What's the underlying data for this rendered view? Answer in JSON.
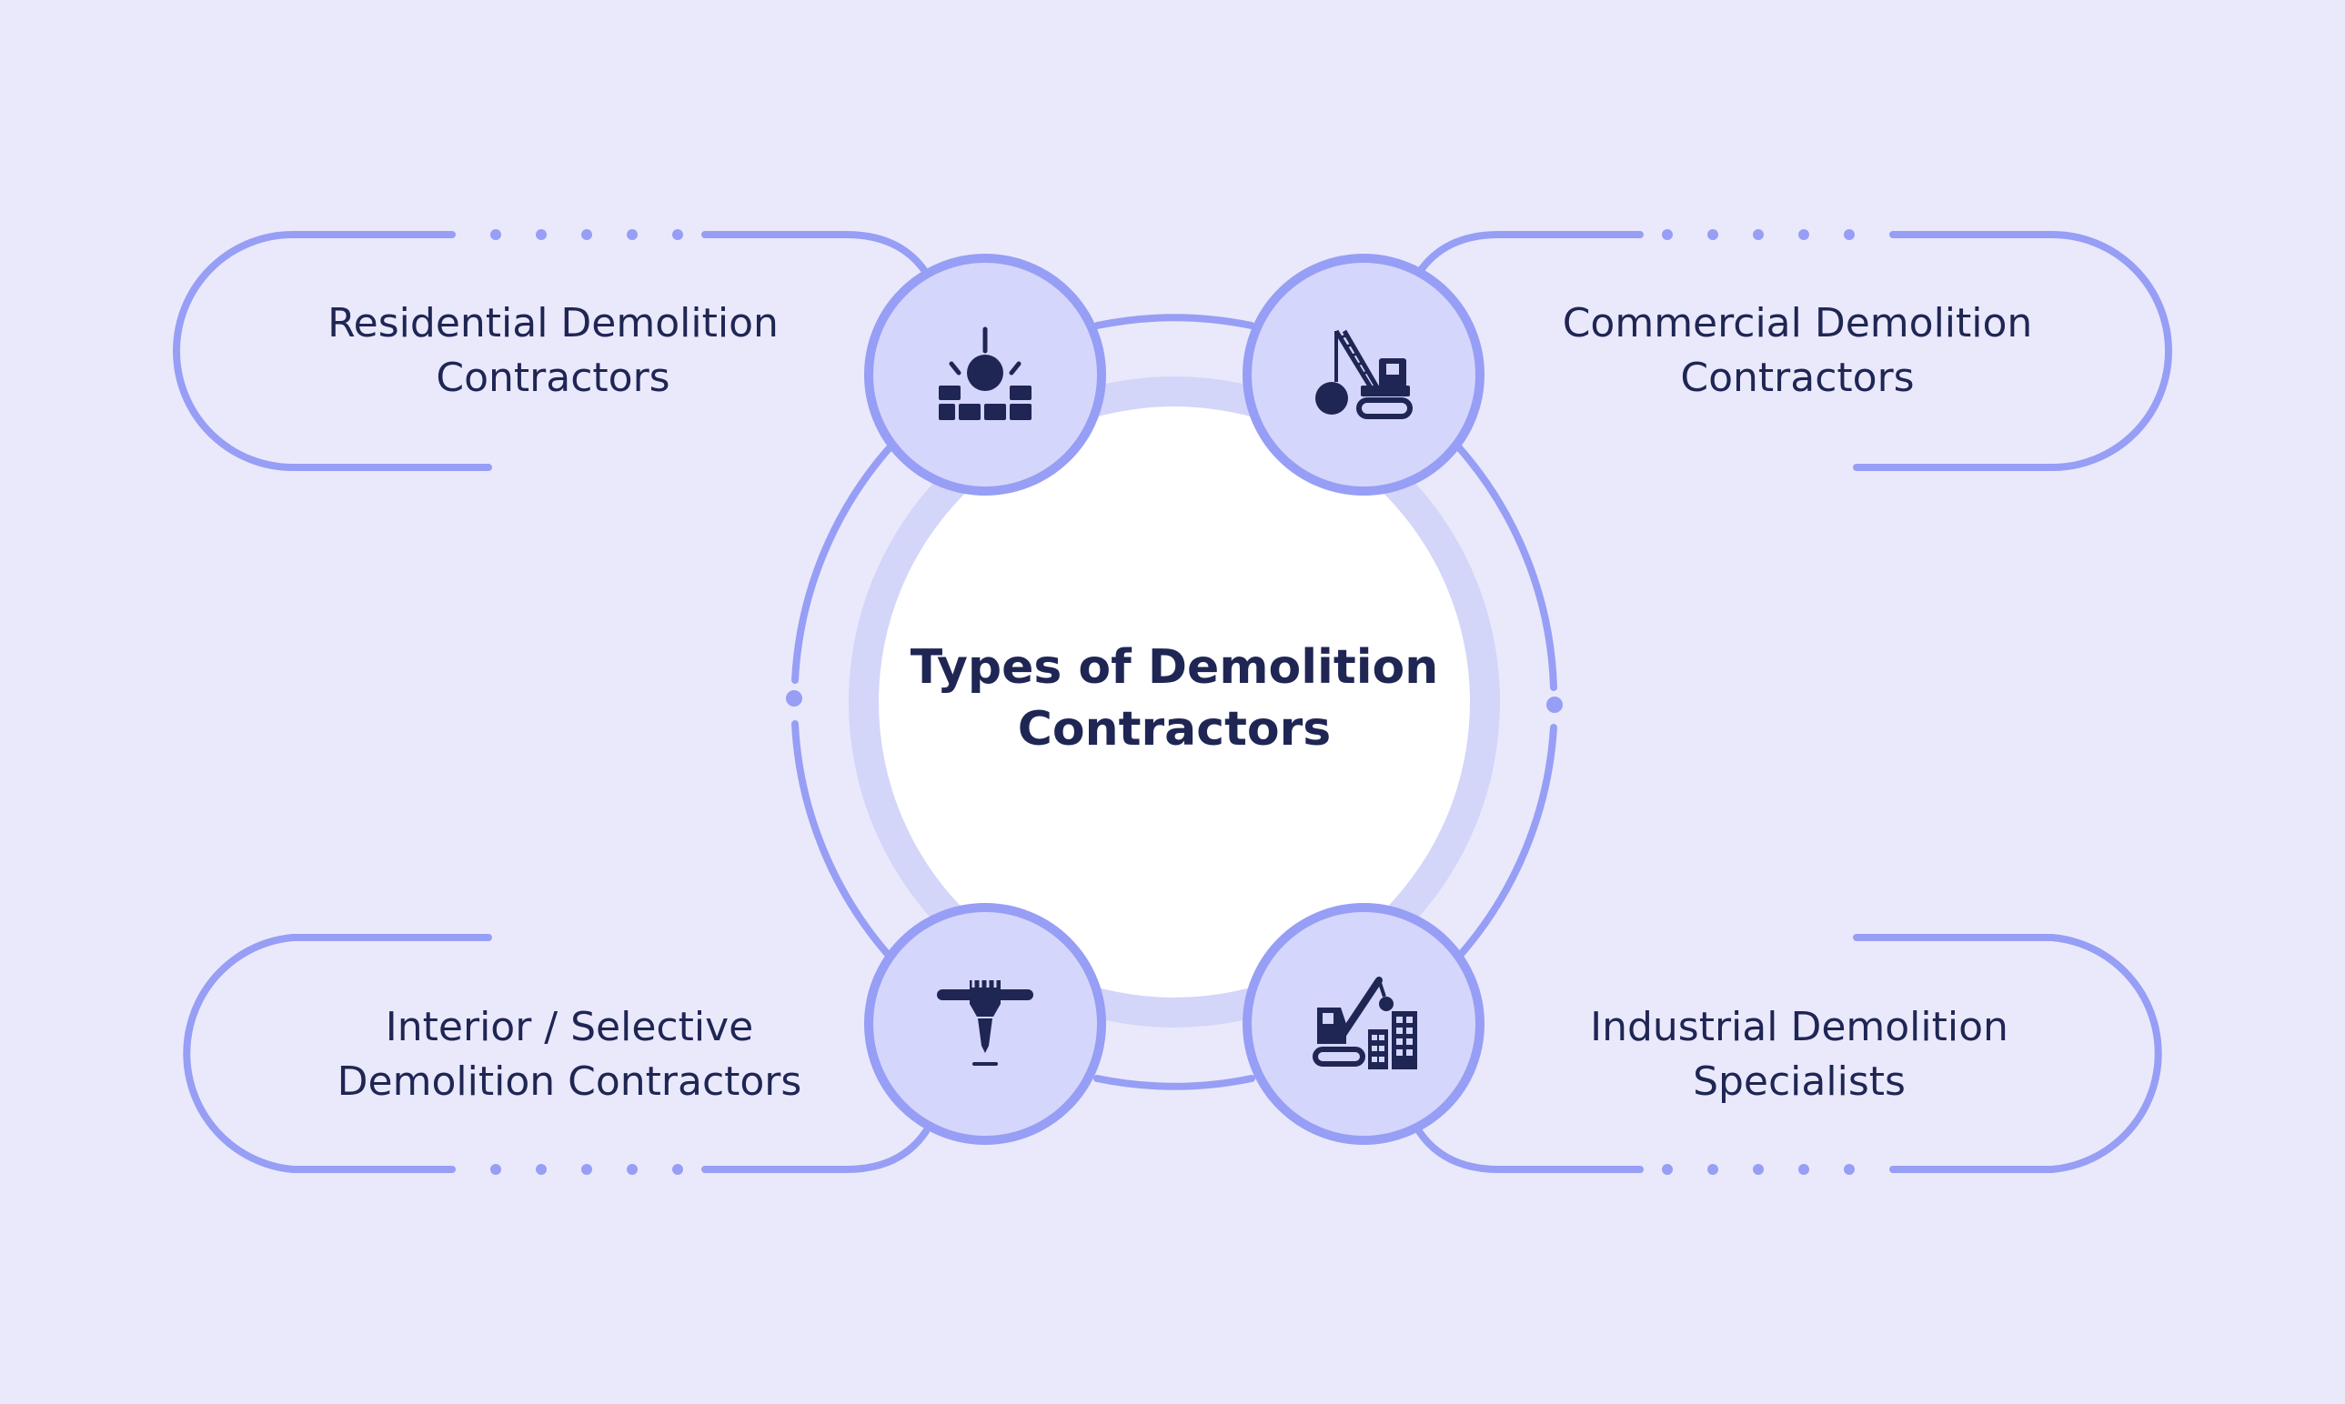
{
  "title": {
    "line1": "Types of Demolition",
    "line2": "Contractors"
  },
  "items": [
    {
      "line1": "Residential Demolition",
      "line2": "Contractors",
      "icon": "wrecking-ball-wall-icon"
    },
    {
      "line1": "Commercial Demolition",
      "line2": "Contractors",
      "icon": "crawler-crane-icon"
    },
    {
      "line1": "Interior / Selective",
      "line2": "Demolition Contractors",
      "icon": "jackhammer-icon"
    },
    {
      "line1": "Industrial Demolition",
      "line2": "Specialists",
      "icon": "crane-building-icon"
    }
  ],
  "colors": {
    "background": "#eae9fc",
    "accent": "#979ef5",
    "ring_light": "#d3d5f9",
    "circle_fill": "#d5d6fb",
    "text": "#1f2654",
    "center_fill": "#ffffff"
  }
}
